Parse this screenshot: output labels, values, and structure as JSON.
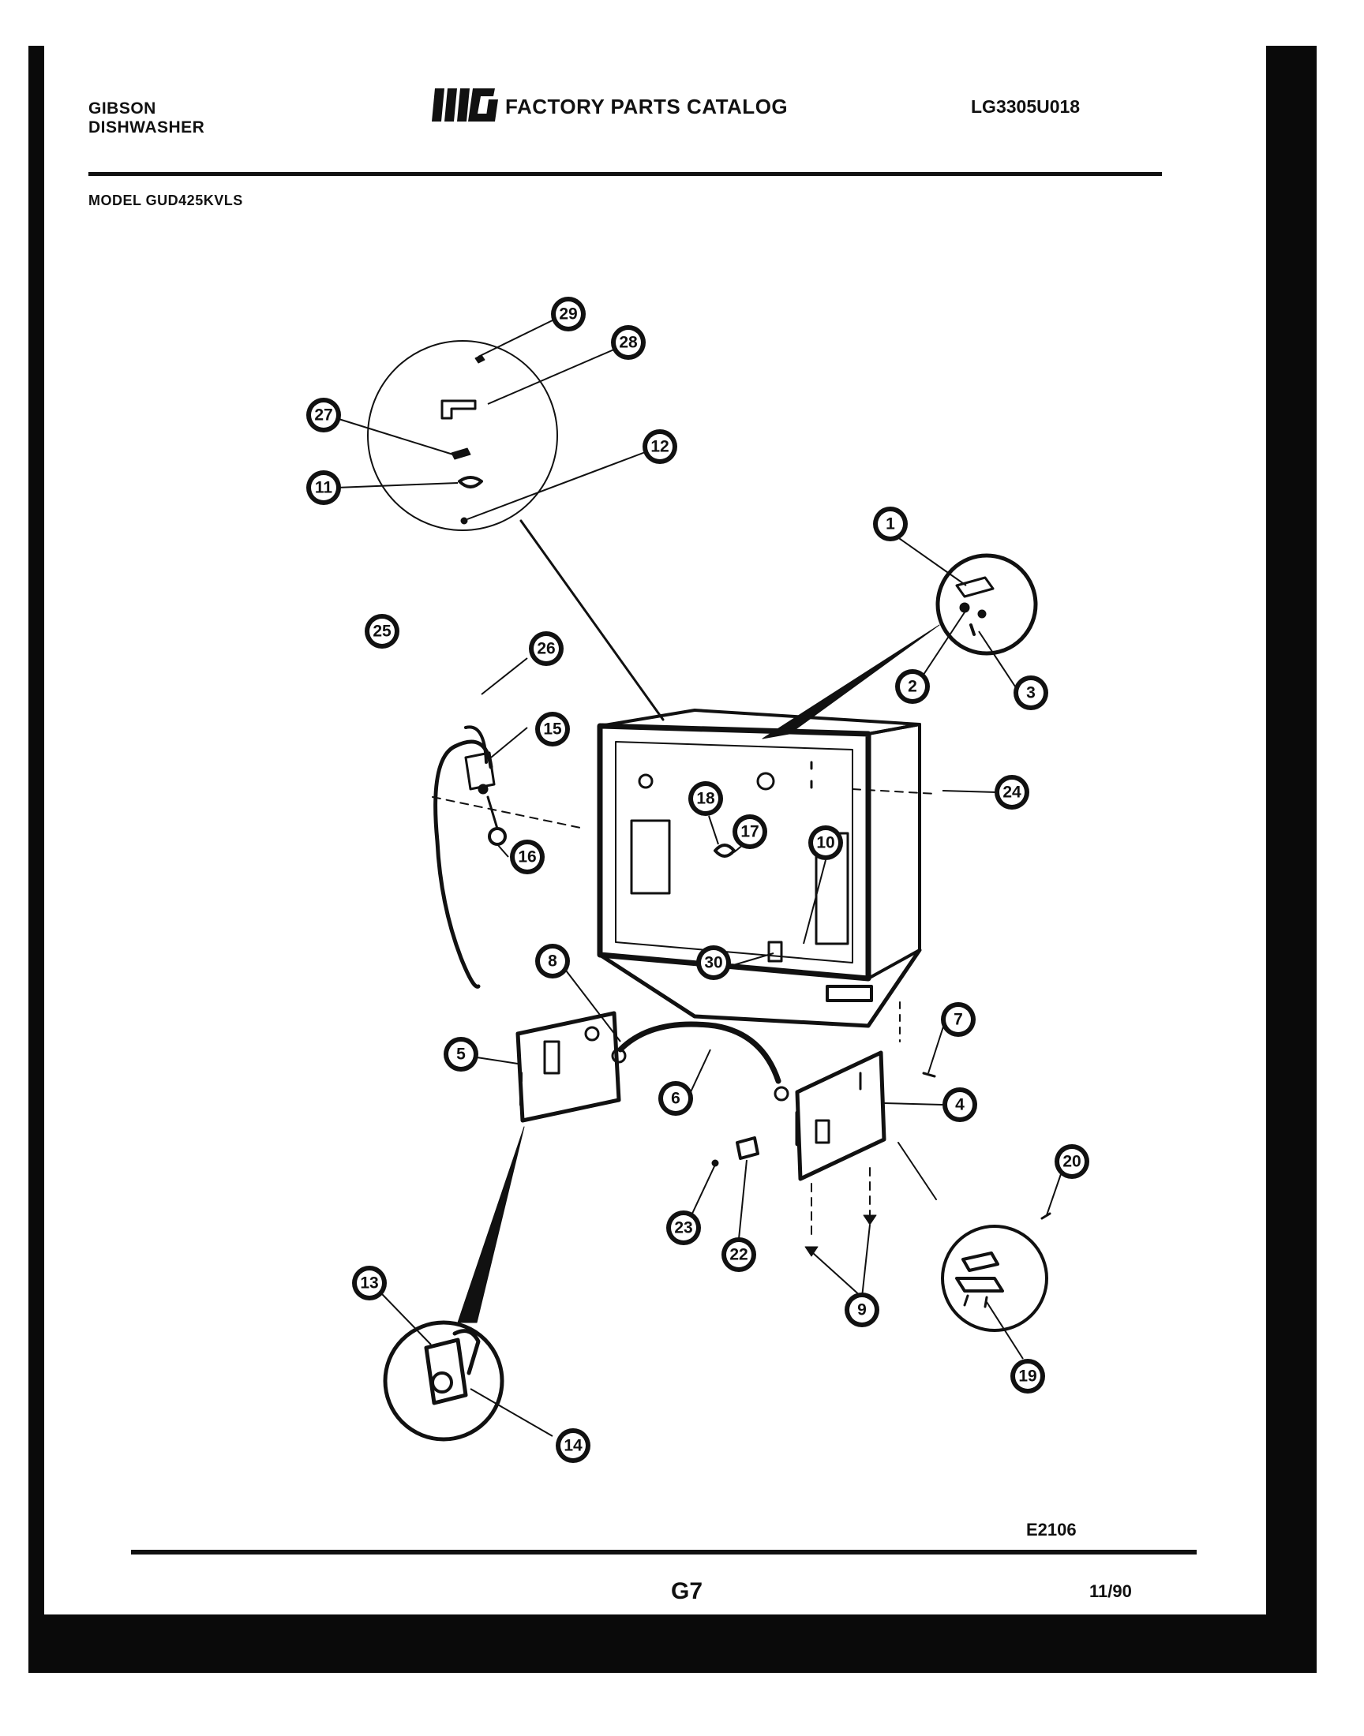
{
  "header": {
    "brand": "GIBSON",
    "product": "DISHWASHER",
    "logo_text": "WCI",
    "catalog_title": "FACTORY PARTS CATALOG",
    "catalog_number": "LG3305U018"
  },
  "model_line": "MODEL GUD425KVLS",
  "diagram": {
    "part_numbers": [
      "1",
      "2",
      "3",
      "4",
      "5",
      "6",
      "7",
      "8",
      "9",
      "10",
      "11",
      "12",
      "13",
      "14",
      "15",
      "16",
      "17",
      "18",
      "19",
      "20",
      "22",
      "23",
      "24",
      "25",
      "26",
      "27",
      "28",
      "29",
      "30"
    ]
  },
  "figure_id": "E2106",
  "page_number": "G7",
  "date": "11/90",
  "colors": {
    "ink": "#111111",
    "border": "#0a0a0a",
    "paper": "#ffffff"
  }
}
